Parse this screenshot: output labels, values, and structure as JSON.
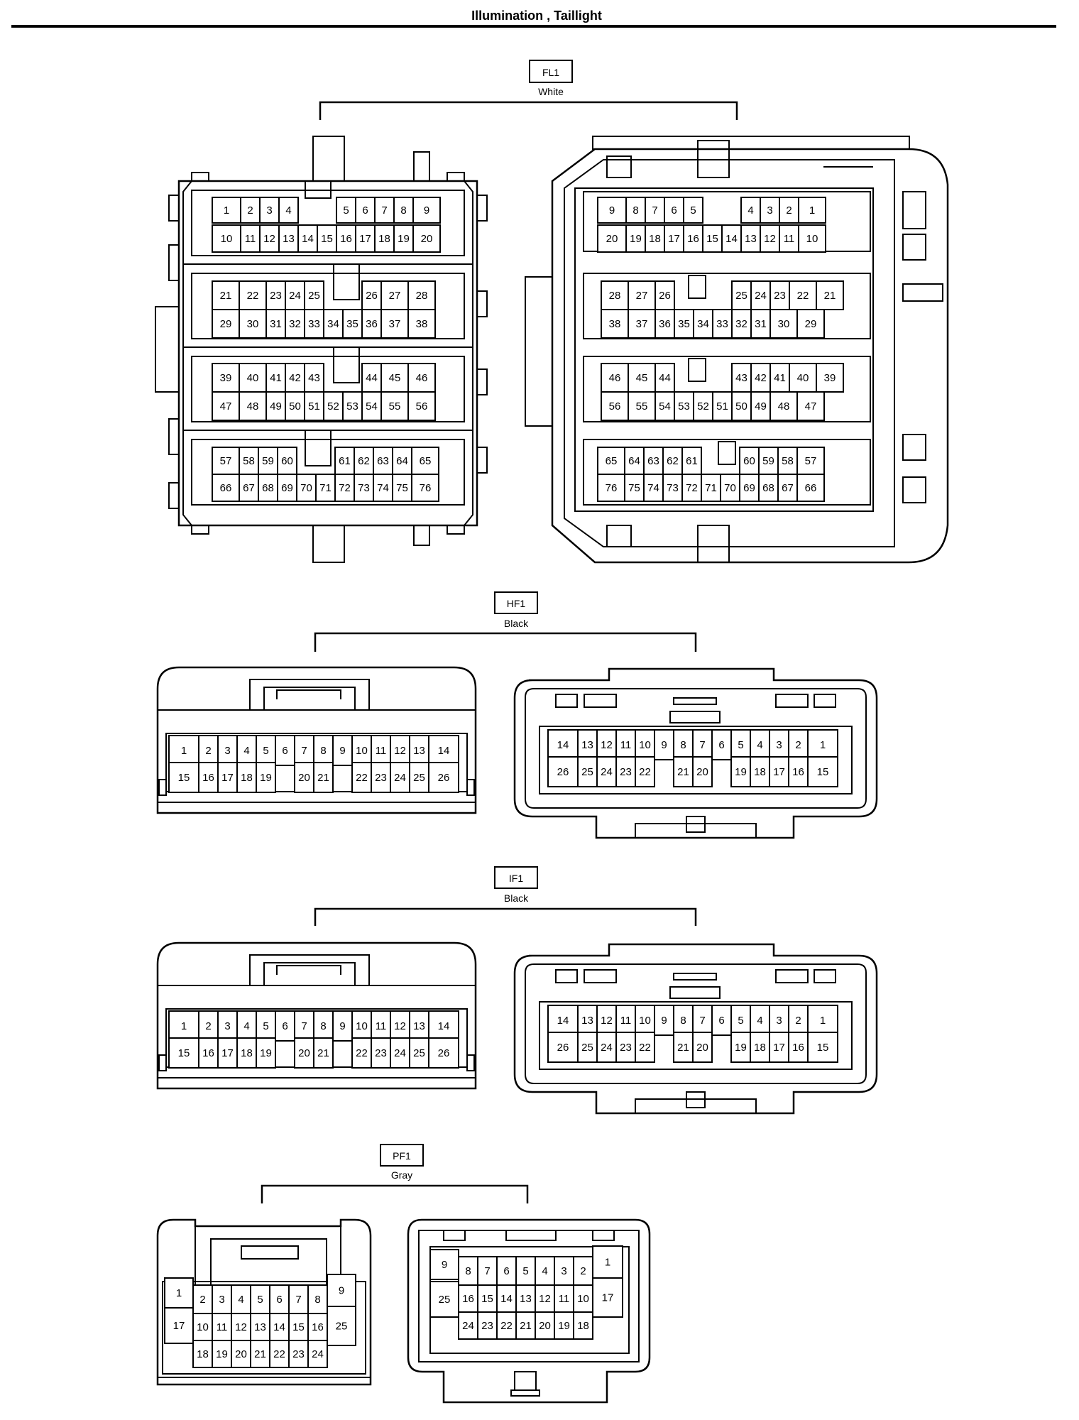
{
  "page": {
    "title": "Illumination , Taillight"
  },
  "connectors": [
    {
      "id": "FL1",
      "color": "White",
      "pins": 76
    },
    {
      "id": "HF1",
      "color": "Black",
      "pins": 26
    },
    {
      "id": "IF1",
      "color": "Black",
      "pins": 26
    },
    {
      "id": "PF1",
      "color": "Gray",
      "pins": 25
    }
  ]
}
